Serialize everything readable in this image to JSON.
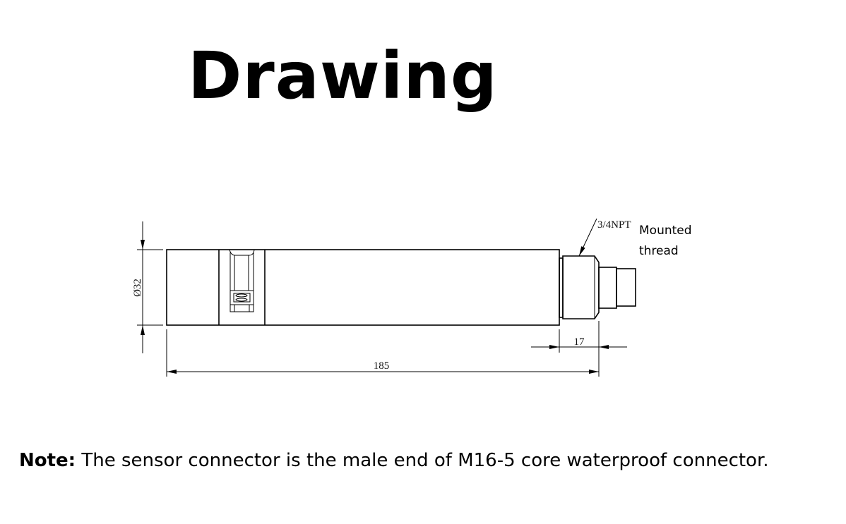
{
  "title": "Drawing",
  "drawing": {
    "dim_diameter": "Ø32",
    "dim_length": "185",
    "dim_thread_length": "17",
    "thread_spec": "3/4NPT",
    "thread_label_line1": "Mounted",
    "thread_label_line2": "thread"
  },
  "note": {
    "label": "Note:",
    "text": " The sensor connector is the male end of M16-5 core waterproof connector."
  }
}
